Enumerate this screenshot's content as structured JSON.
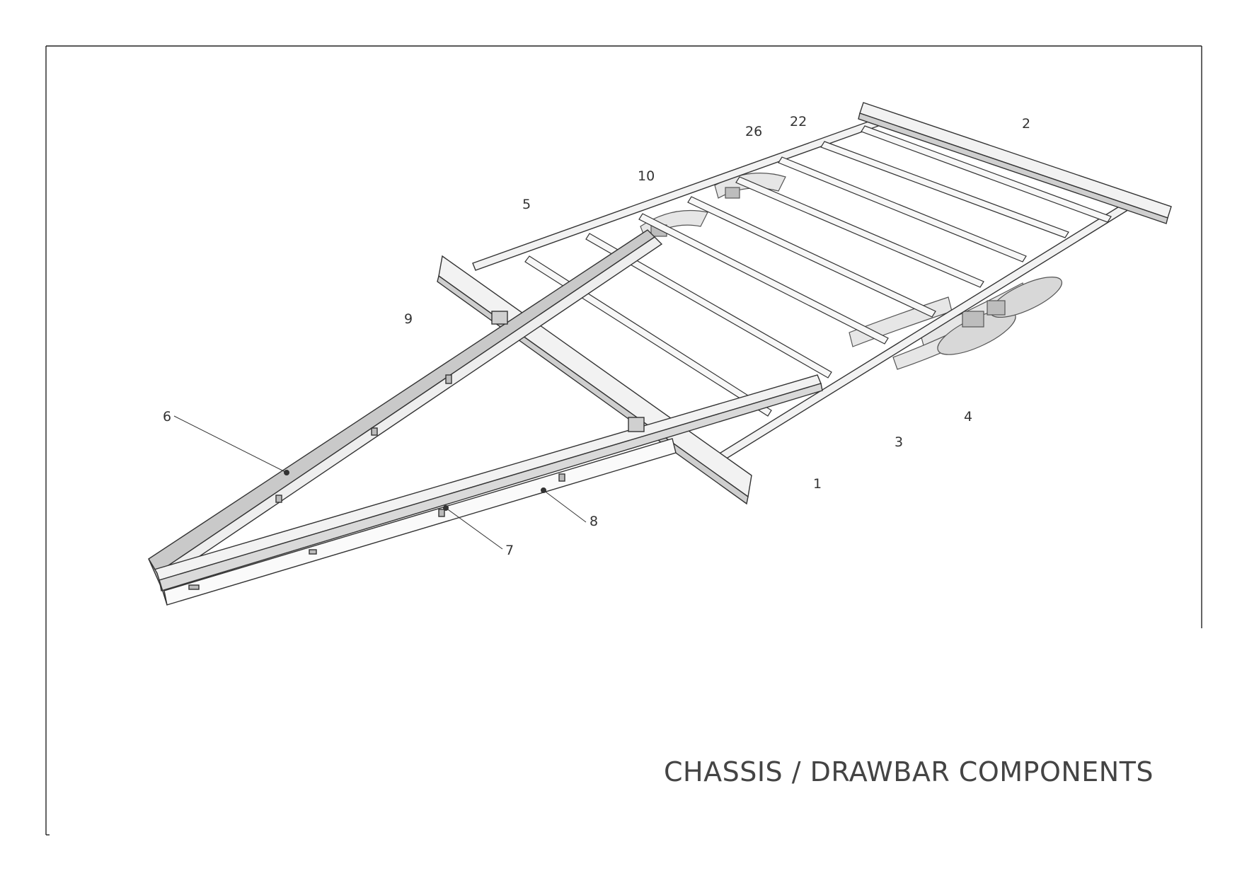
{
  "drawing": {
    "title": "CHASSIS / DRAWBAR COMPONENTS",
    "callouts": {
      "c1": "1",
      "c2": "2",
      "c3": "3",
      "c4": "4",
      "c5": "5",
      "c6": "6",
      "c7": "7",
      "c8": "8",
      "c9": "9",
      "c10": "10",
      "c22": "22",
      "c26": "26"
    }
  }
}
